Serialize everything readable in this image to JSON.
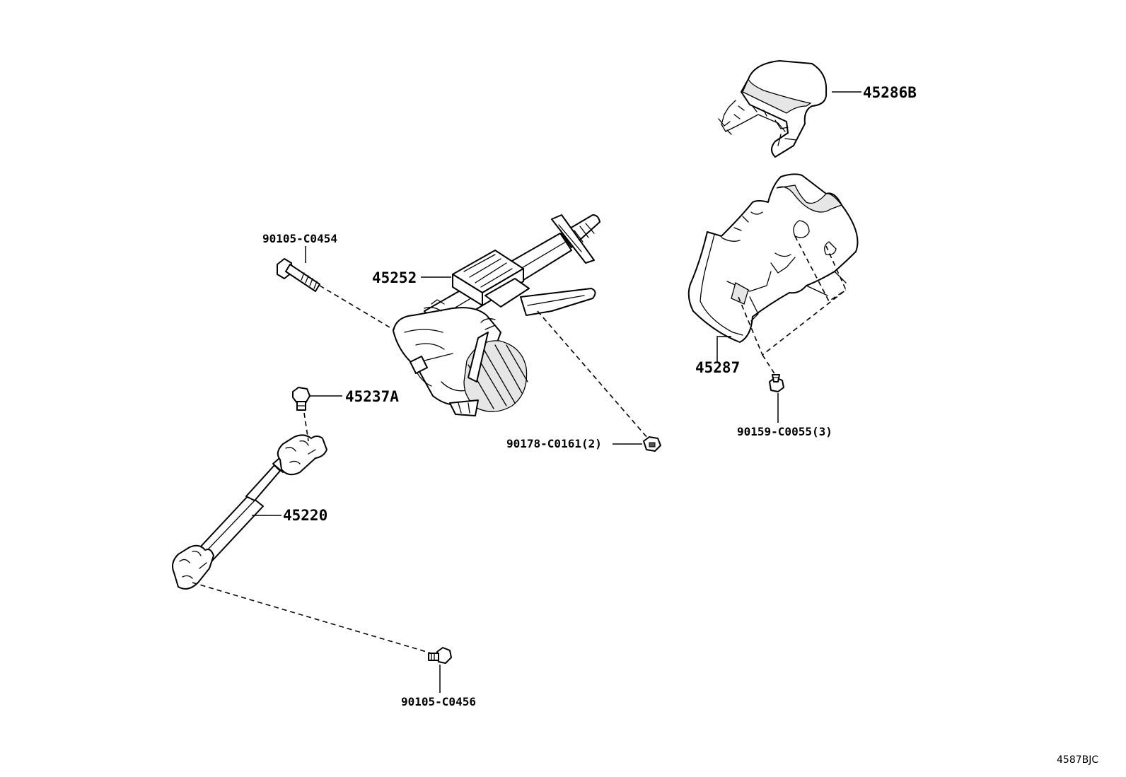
{
  "parts": {
    "bolt_top": "90105-C0454",
    "column": "45252",
    "cover_upper": "45286B",
    "cover_lower": "45287",
    "bolt_mid": "45237A",
    "nut_column": "90178-C0161(2)",
    "screw_cover": "90159-C0055(3)",
    "shaft": "45220",
    "bolt_bottom": "90105-C0456"
  },
  "diagram_code": "4587BJC"
}
